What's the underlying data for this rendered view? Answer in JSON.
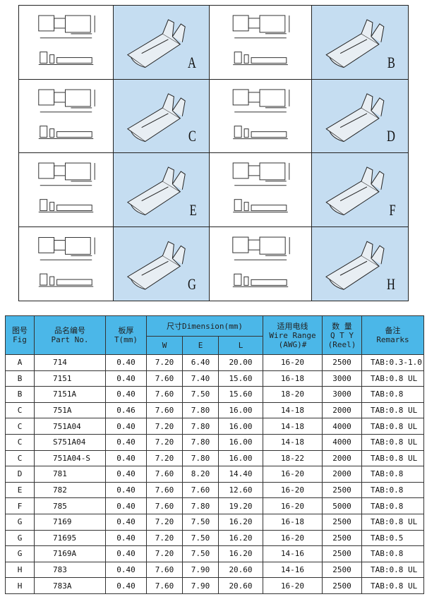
{
  "figures": [
    {
      "letter": "A"
    },
    {
      "letter": "B"
    },
    {
      "letter": "C"
    },
    {
      "letter": "D"
    },
    {
      "letter": "E"
    },
    {
      "letter": "F"
    },
    {
      "letter": "G"
    },
    {
      "letter": "H"
    }
  ],
  "table": {
    "headers": {
      "fig_cn": "图号",
      "fig_en": "Fig",
      "part_cn": "品名编号",
      "part_en": "Part No.",
      "thick_cn": "板厚",
      "thick_en": "T(mm)",
      "dim": "尺寸Dimension(mm)",
      "w": "W",
      "e": "E",
      "l": "L",
      "wire_cn": "适用电线",
      "wire_en": "Wire Range",
      "wire_unit": "(AWG)#",
      "qty_cn": "数 量",
      "qty_en": "Q T Y",
      "qty_unit": "(Reel)",
      "rem_cn": "备注",
      "rem_en": "Remarks"
    },
    "rows": [
      [
        "A",
        "714",
        "0.40",
        "7.20",
        "6.40",
        "20.00",
        "16-20",
        "2500",
        "TAB:0.3-1.0"
      ],
      [
        "B",
        "7151",
        "0.40",
        "7.60",
        "7.40",
        "15.60",
        "16-18",
        "3000",
        "TAB:0.8 UL"
      ],
      [
        "B",
        "7151A",
        "0.40",
        "7.60",
        "7.50",
        "15.60",
        "18-20",
        "3000",
        "TAB:0.8"
      ],
      [
        "C",
        "751A",
        "0.46",
        "7.60",
        "7.80",
        "16.00",
        "14-18",
        "2000",
        "TAB:0.8 UL"
      ],
      [
        "C",
        "751A04",
        "0.40",
        "7.20",
        "7.80",
        "16.00",
        "14-18",
        "4000",
        "TAB:0.8 UL"
      ],
      [
        "C",
        "S751A04",
        "0.40",
        "7.20",
        "7.80",
        "16.00",
        "14-18",
        "4000",
        "TAB:0.8 UL"
      ],
      [
        "C",
        "751A04-S",
        "0.40",
        "7.20",
        "7.80",
        "16.00",
        "18-22",
        "2000",
        "TAB:0.8 UL"
      ],
      [
        "D",
        "781",
        "0.40",
        "7.60",
        "8.20",
        "14.40",
        "16-20",
        "2000",
        "TAB:0.8"
      ],
      [
        "E",
        "782",
        "0.40",
        "7.60",
        "7.60",
        "12.60",
        "16-20",
        "2500",
        "TAB:0.8"
      ],
      [
        "F",
        "785",
        "0.40",
        "7.60",
        "7.80",
        "19.20",
        "16-20",
        "5000",
        "TAB:0.8"
      ],
      [
        "G",
        "7169",
        "0.40",
        "7.20",
        "7.50",
        "16.20",
        "16-18",
        "2500",
        "TAB:0.8 UL"
      ],
      [
        "G",
        "71695",
        "0.40",
        "7.20",
        "7.50",
        "16.20",
        "16-20",
        "2500",
        "TAB:0.5"
      ],
      [
        "G",
        "7169A",
        "0.40",
        "7.20",
        "7.50",
        "16.20",
        "14-16",
        "2500",
        "TAB:0.8"
      ],
      [
        "H",
        "783",
        "0.40",
        "7.60",
        "7.90",
        "20.60",
        "14-16",
        "2500",
        "TAB:0.8 UL"
      ],
      [
        "H",
        "783A",
        "0.40",
        "7.60",
        "7.90",
        "20.60",
        "16-20",
        "2500",
        "TAB:0.8 UL"
      ]
    ]
  },
  "colors": {
    "header_bg": "#4bb7e8",
    "photo_bg": "#c5ddf1"
  }
}
